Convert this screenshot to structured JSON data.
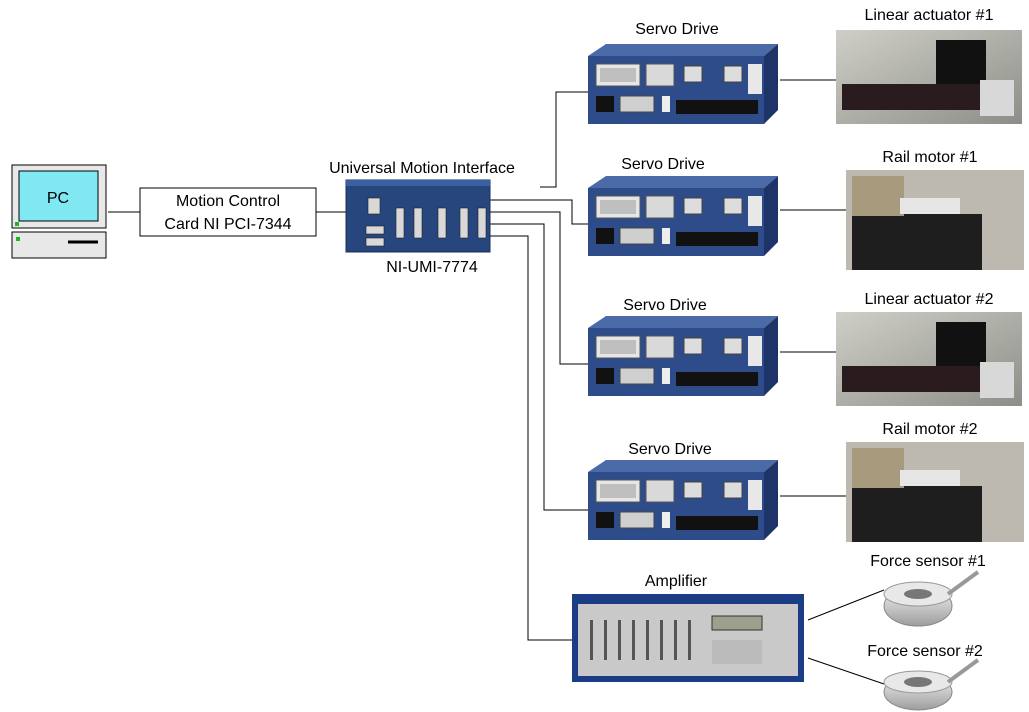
{
  "pc": {
    "label": "PC"
  },
  "card": {
    "line1": "Motion Control",
    "line2": "Card NI PCI-7344"
  },
  "umi": {
    "title": "Universal Motion Interface",
    "model": "NI-UMI-7774"
  },
  "drives": [
    {
      "label": "Servo Drive"
    },
    {
      "label": "Servo Drive"
    },
    {
      "label": "Servo Drive"
    },
    {
      "label": "Servo Drive"
    }
  ],
  "motors": [
    {
      "label": "Linear actuator #1"
    },
    {
      "label": "Rail motor #1"
    },
    {
      "label": "Linear actuator #2"
    },
    {
      "label": "Rail motor #2"
    }
  ],
  "amplifier": {
    "label": "Amplifier"
  },
  "sensors": [
    {
      "label": "Force sensor #1"
    },
    {
      "label": "Force sensor #2"
    }
  ],
  "colors": {
    "screen": "#7fe8f0",
    "drive_body": "#2f4c8a",
    "umi_body": "#27467e",
    "amp_body": "#1c3d86",
    "motor_body": "#2a2a2a"
  }
}
